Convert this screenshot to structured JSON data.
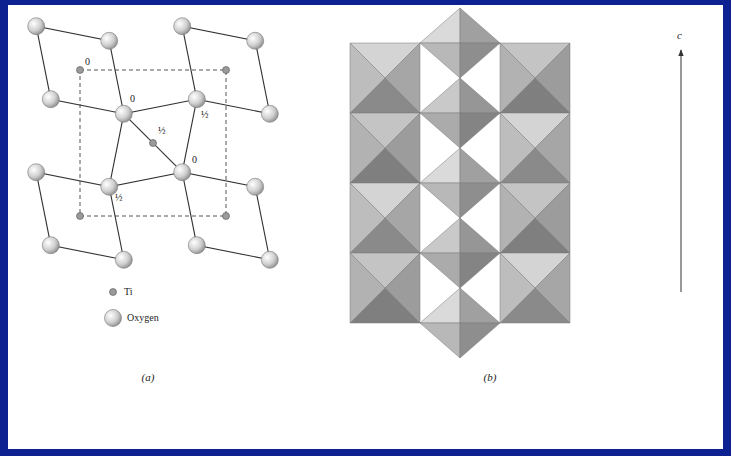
{
  "diagram": {
    "labels": [
      "0",
      "0",
      "½",
      "½",
      "0",
      "½",
      "(a)",
      "(b)",
      "c"
    ],
    "legend": [
      {
        "text": "Ti"
      },
      {
        "text": "Oxygen"
      }
    ]
  }
}
